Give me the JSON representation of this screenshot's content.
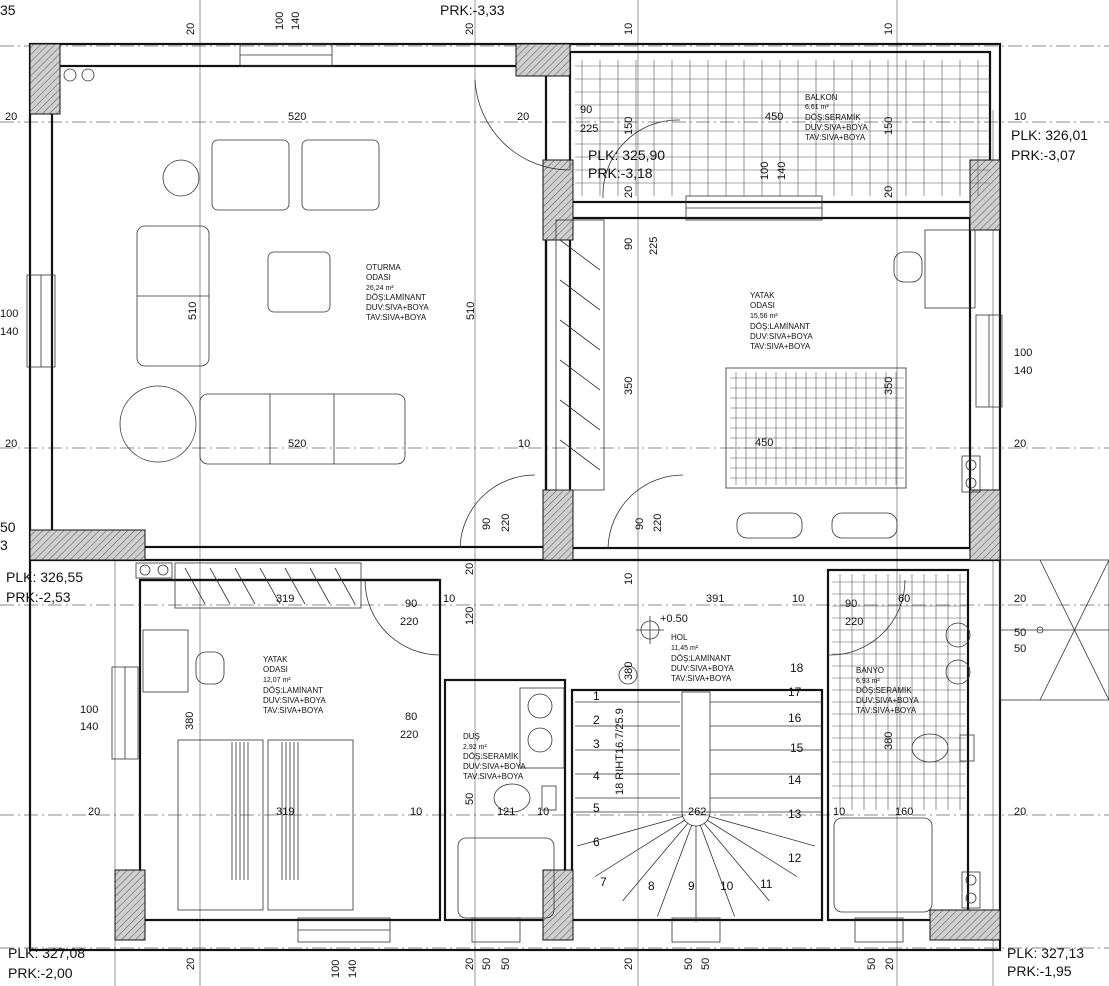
{
  "levels": {
    "top_prk": "PRK:-3,33",
    "top_left_cut": "35",
    "balkon_right_plk": "PLK: 326,01",
    "balkon_right_prk": "PRK:-3,07",
    "balkon_door_plk": "PLK: 325,90",
    "balkon_door_prk": "PRK:-3,18",
    "left_plk": "PLK: 326,55",
    "left_prk": "PRK:-2,53",
    "left_cut_a": "50",
    "left_cut_b": "3",
    "bottom_left_plk": "PLK: 327,08",
    "bottom_left_prk": "PRK:-2,00",
    "bottom_right_plk": "PLK: 327,13",
    "bottom_right_prk": "PRK:-1,95",
    "hol_level": "+0.50"
  },
  "rooms": {
    "oturma": {
      "name1": "OTURMA",
      "name2": "ODASI",
      "area": "26,24 m²",
      "dos": "DÖŞ:LAMİNANT",
      "duv": "DUV:SIVA+BOYA",
      "tav": "TAV:SIVA+BOYA"
    },
    "balkon": {
      "name1": "BALKON",
      "area": "6,61 m²",
      "dos": "DÖŞ:SERAMİK",
      "duv": "DUV:SIVA+BOYA",
      "tav": "TAV:SIVA+BOYA"
    },
    "yatak1": {
      "name1": "YATAK",
      "name2": "ODASI",
      "area": "15,56 m²",
      "dos": "DÖŞ:LAMİNANT",
      "duv": "DUV:SIVA+BOYA",
      "tav": "TAV:SIVA+BOYA"
    },
    "yatak2": {
      "name1": "YATAK",
      "name2": "ODASI",
      "area": "12,07 m²",
      "dos": "DÖŞ:LAMİNANT",
      "duv": "DUV:SIVA+BOYA",
      "tav": "TAV:SIVA+BOYA"
    },
    "hol": {
      "name1": "HOL",
      "area": "11,45 m²",
      "dos": "DÖŞ:LAMİNANT",
      "duv": "DUV:SIVA+BOYA",
      "tav": "TAV:SIVA+BOYA"
    },
    "dus": {
      "name1": "DUŞ",
      "area": "2,92 m²",
      "dos": "DÖŞ:SERAMİK",
      "duv": "DUV:SIVA+BOYA",
      "tav": "TAV:SIVA+BOYA"
    },
    "banyo": {
      "name1": "BANYO",
      "area": "6,93 m²",
      "dos": "DÖŞ:SERAMİK",
      "duv": "DUV:SIVA+BOYA",
      "tav": "TAV:SIVA+BOYA"
    }
  },
  "stairs": {
    "label": "18 RIHT16.7/25.9",
    "steps": [
      "1",
      "2",
      "3",
      "4",
      "5",
      "6",
      "7",
      "8",
      "9",
      "10",
      "11",
      "12",
      "13",
      "14",
      "15",
      "16",
      "17",
      "18"
    ]
  },
  "dims": {
    "d100": "100",
    "d140": "140",
    "d20": "20",
    "d10": "10",
    "d520": "520",
    "d510": "510",
    "d450": "450",
    "d90": "90",
    "d225": "225",
    "d150": "150",
    "d350": "350",
    "d220": "220",
    "d319": "319",
    "d391": "391",
    "d120": "120",
    "d380": "380",
    "d80": "80",
    "d60": "60",
    "d50": "50",
    "d121": "121",
    "d160": "160",
    "d262": "262"
  },
  "colors": {
    "line": "#111111",
    "hatch": "#777777"
  }
}
